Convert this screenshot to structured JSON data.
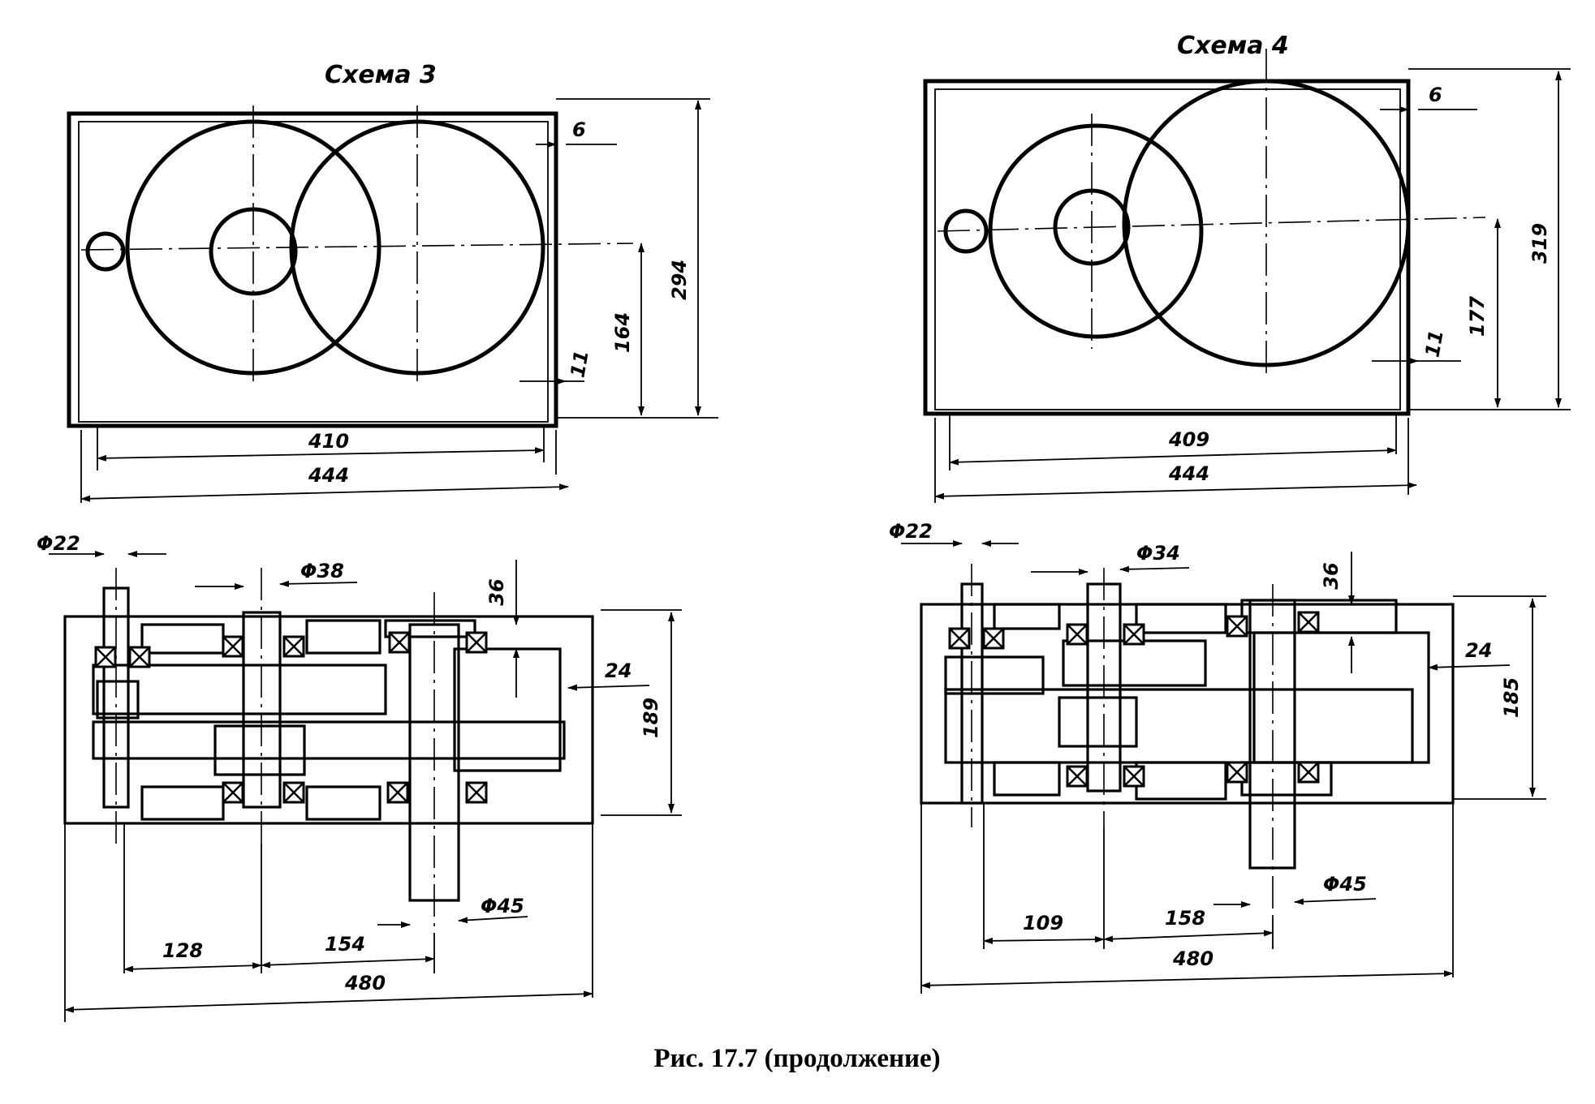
{
  "figure": {
    "caption": "Рис. 17.7 (продолжение)"
  },
  "scheme3": {
    "title": "Схема 3",
    "dims": {
      "d6": "6",
      "d11": "11",
      "d164": "164",
      "d294": "294",
      "d410": "410",
      "d444": "444",
      "phi22": "Φ22",
      "phi38": "Φ38",
      "d36": "36",
      "d24": "24",
      "d189": "189",
      "phi45": "Φ45",
      "d128": "128",
      "d154": "154",
      "d480": "480"
    }
  },
  "scheme4": {
    "title": "Схема 4",
    "dims": {
      "d6": "6",
      "d11": "11",
      "d177": "177",
      "d319": "319",
      "d409": "409",
      "d444": "444",
      "phi22": "Φ22",
      "phi34": "Φ34",
      "d36": "36",
      "d24": "24",
      "d185": "185",
      "phi45": "Φ45",
      "d109": "109",
      "d158": "158",
      "d480": "480"
    }
  }
}
